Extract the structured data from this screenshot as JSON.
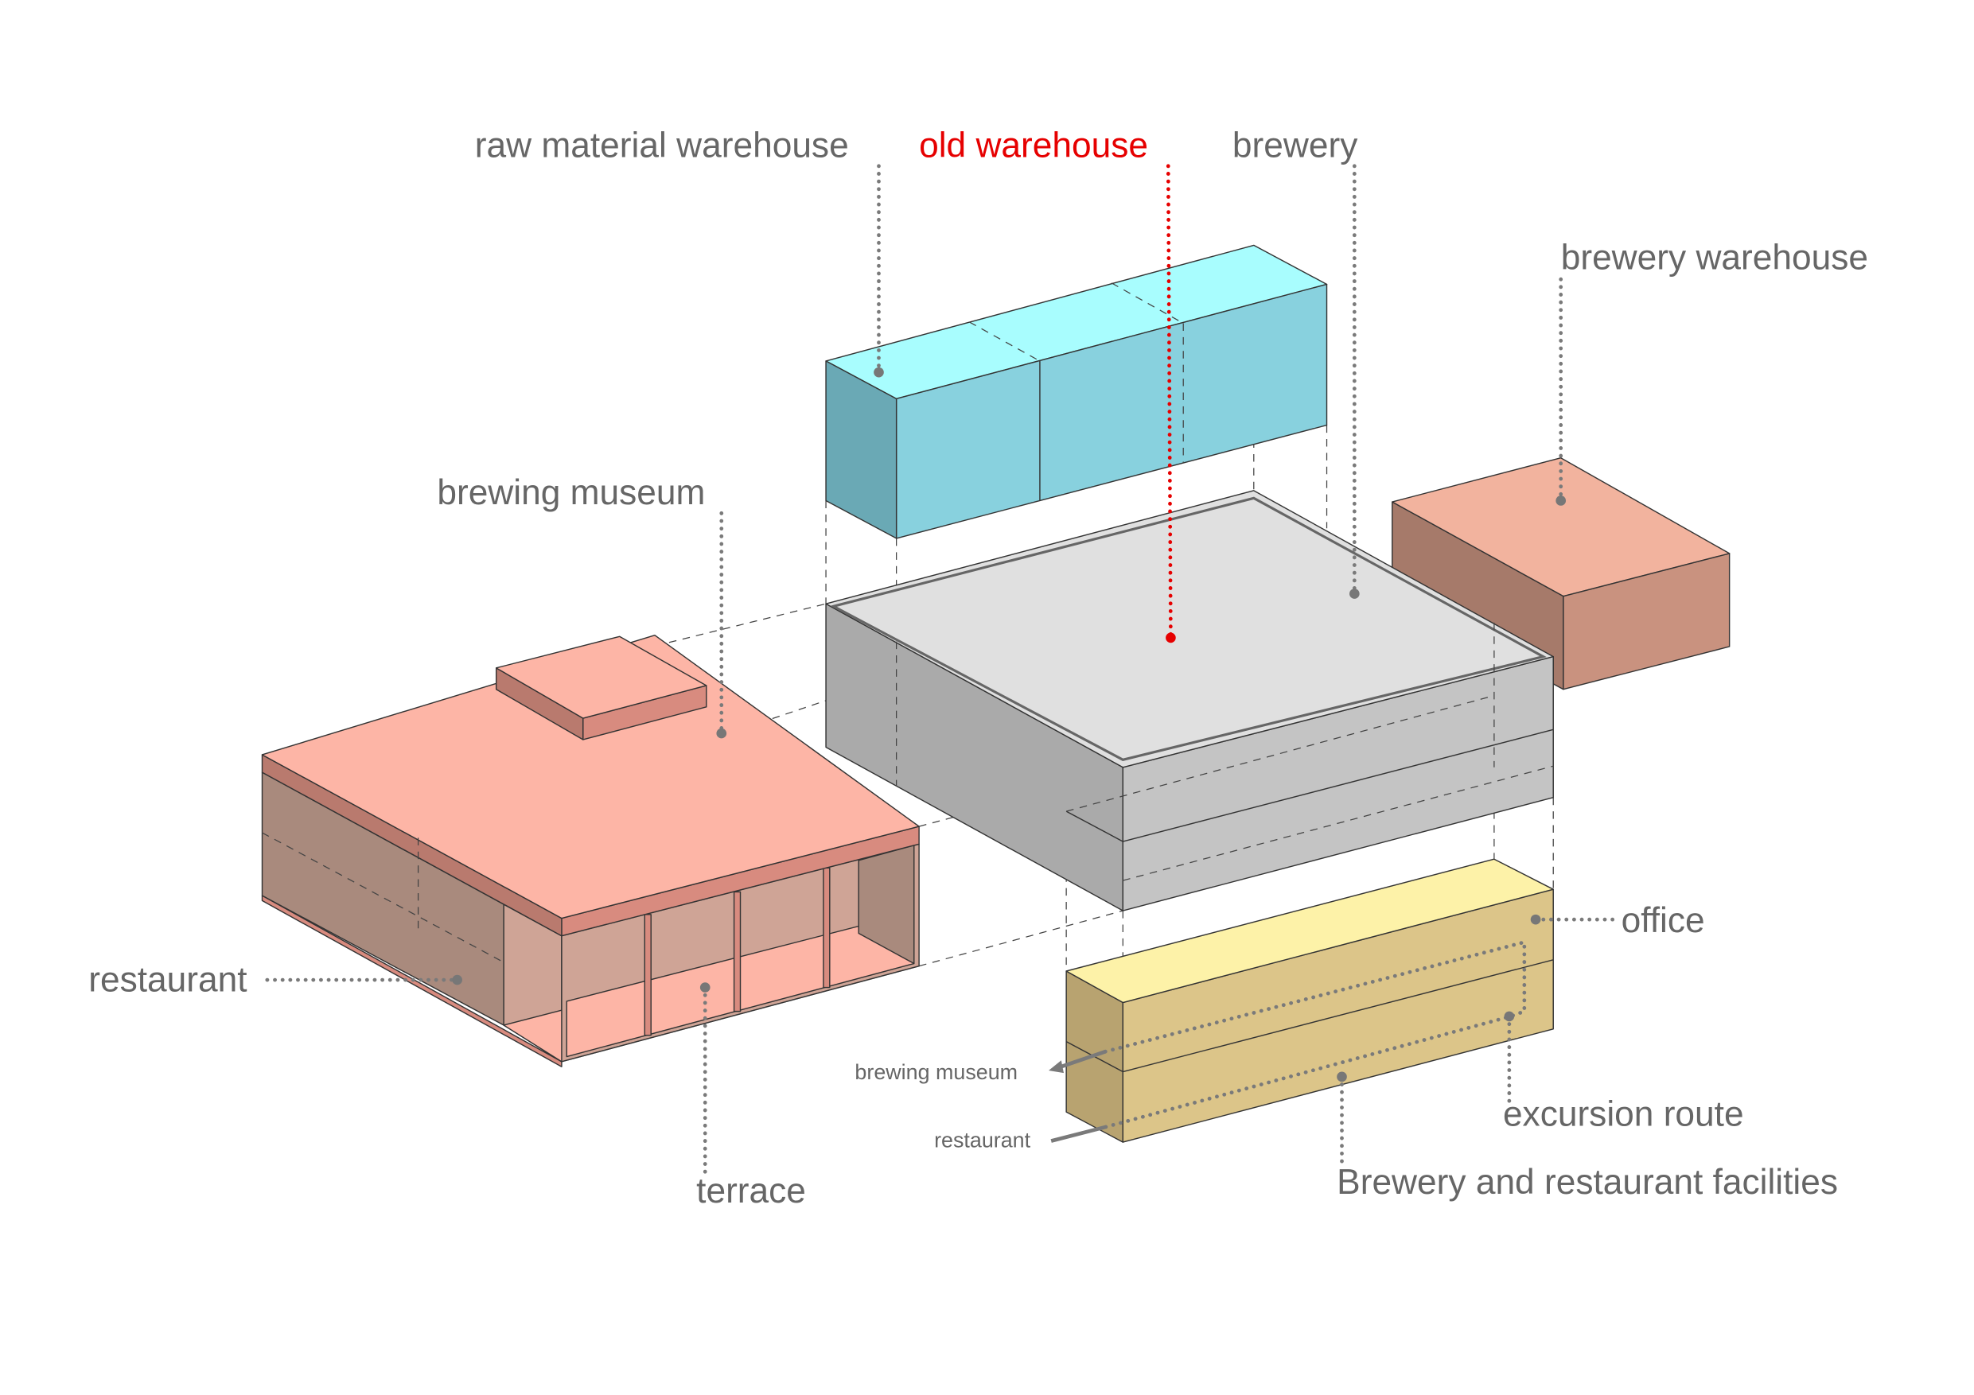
{
  "diagram": {
    "labels": {
      "raw_material_warehouse": "raw material warehouse",
      "old_warehouse": "old warehouse",
      "brewery": "brewery",
      "brewery_warehouse": "brewery warehouse",
      "brewing_museum": "brewing museum",
      "restaurant": "restaurant",
      "terrace": "terrace",
      "office": "office",
      "excursion_route": "excursion route",
      "facilities": "Brewery and restaurant facilities",
      "route_brewing_museum": "brewing museum",
      "route_restaurant": "restaurant"
    },
    "colors": {
      "raw_material_warehouse": "#8ad1de",
      "old_warehouse": "#c4c4c4",
      "brewery_warehouse": "#f2b39e",
      "restaurant_block": "#fdb5a6",
      "facilities": "#dcc589",
      "label": "#666666",
      "highlight": "#e60000"
    }
  }
}
